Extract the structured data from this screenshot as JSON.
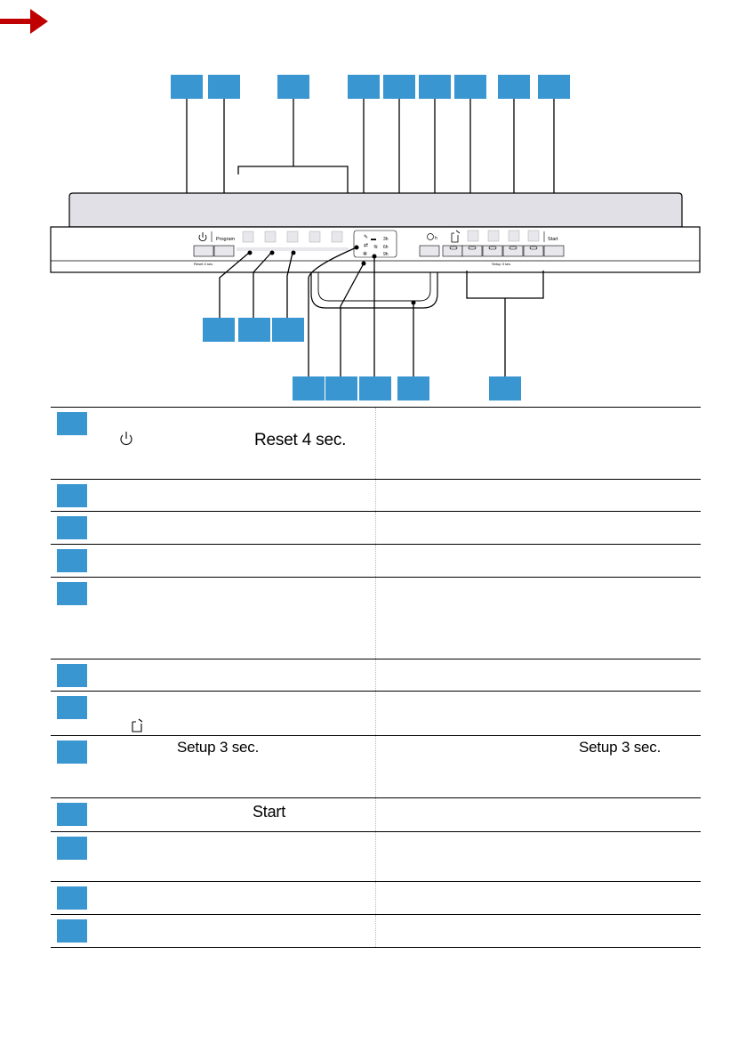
{
  "page": {
    "arrow": "arrow-right-icon"
  },
  "panel": {
    "program_label": "Program",
    "reset_label": "Reset 4 sec.",
    "hours_label": "h",
    "time_3h": "3h",
    "time_6h": "6h",
    "time_9h": "9h",
    "setup_label": "Setup 3 sec.",
    "start_label": "Start"
  },
  "table": {
    "rows": [
      {
        "id": "row-1",
        "icon": "power-icon",
        "text": "Reset 4 sec.",
        "text2": ""
      },
      {
        "id": "row-2",
        "icon": "",
        "text": "",
        "text2": ""
      },
      {
        "id": "row-3",
        "icon": "",
        "text": "",
        "text2": ""
      },
      {
        "id": "row-4",
        "icon": "",
        "text": "",
        "text2": ""
      },
      {
        "id": "row-5",
        "icon": "",
        "text": "",
        "text2": ""
      },
      {
        "id": "row-6",
        "icon": "",
        "text": "",
        "text2": ""
      },
      {
        "id": "row-7",
        "icon": "remote-start-icon",
        "text": "",
        "text2": ""
      },
      {
        "id": "row-8",
        "icon": "",
        "text": "Setup 3 sec.",
        "text2": "Setup 3 sec."
      },
      {
        "id": "row-9",
        "icon": "",
        "text": "Start",
        "text2": ""
      },
      {
        "id": "row-10",
        "icon": "",
        "text": "",
        "text2": ""
      },
      {
        "id": "row-11",
        "icon": "",
        "text": "",
        "text2": ""
      },
      {
        "id": "row-12",
        "icon": "",
        "text": "",
        "text2": ""
      }
    ]
  }
}
